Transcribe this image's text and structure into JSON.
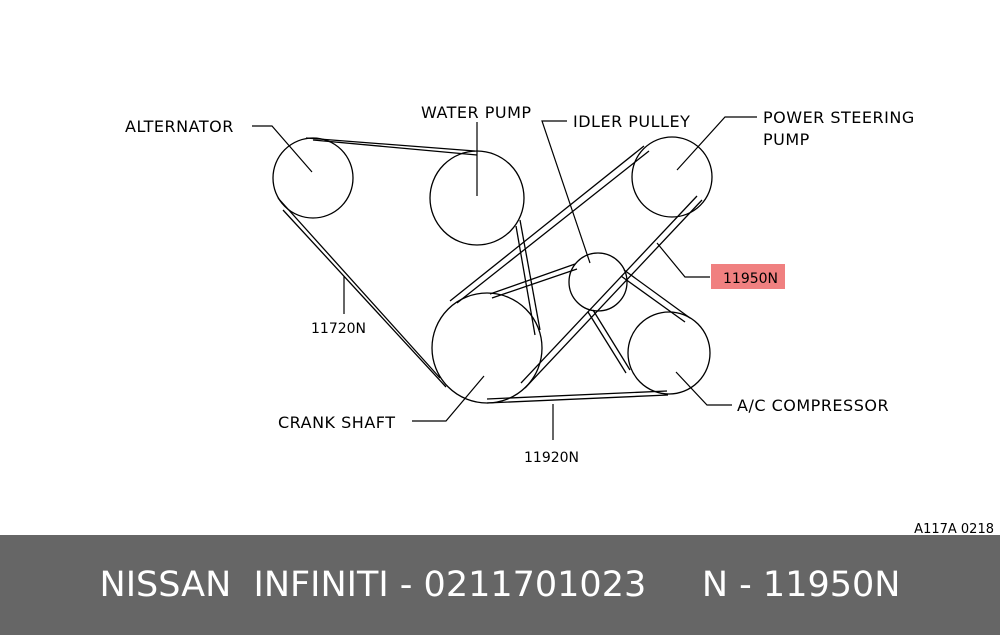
{
  "diagram": {
    "labels": {
      "alternator": "ALTERNATOR",
      "water_pump": "WATER PUMP",
      "idler_pulley": "IDLER PULLEY",
      "power_steering_line1": "POWER STEERING",
      "power_steering_line2": "PUMP",
      "crank_shaft": "CRANK SHAFT",
      "ac_compressor": "A/C COMPRESSOR"
    },
    "part_numbers": {
      "belt_alt": "11720N",
      "belt_ac": "11920N",
      "belt_ps": "11950N"
    },
    "highlight_color": "#f08080",
    "figure_code": "A117A 0218"
  },
  "footer": {
    "text": "NISSAN  INFINITI - 0211701023     N - 11950N",
    "background": "#666666"
  }
}
